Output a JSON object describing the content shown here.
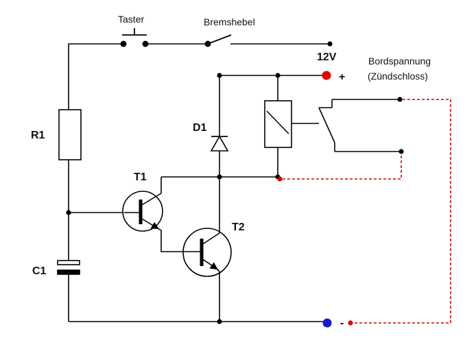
{
  "labels": {
    "taster": "Taster",
    "bremshebel": "Bremshebel",
    "voltage": "12V",
    "plus": "+",
    "minus": "-",
    "bordspannung_line1": "Bordspannung",
    "bordspannung_line2": "(Zündschloss)",
    "r1": "R1",
    "d1": "D1",
    "t1": "T1",
    "t2": "T2",
    "c1": "C1"
  },
  "colors": {
    "wire": "#000000",
    "supply_positive": "#e00000",
    "supply_negative": "#1a1acc",
    "dashed_connection": "#cc0000"
  }
}
